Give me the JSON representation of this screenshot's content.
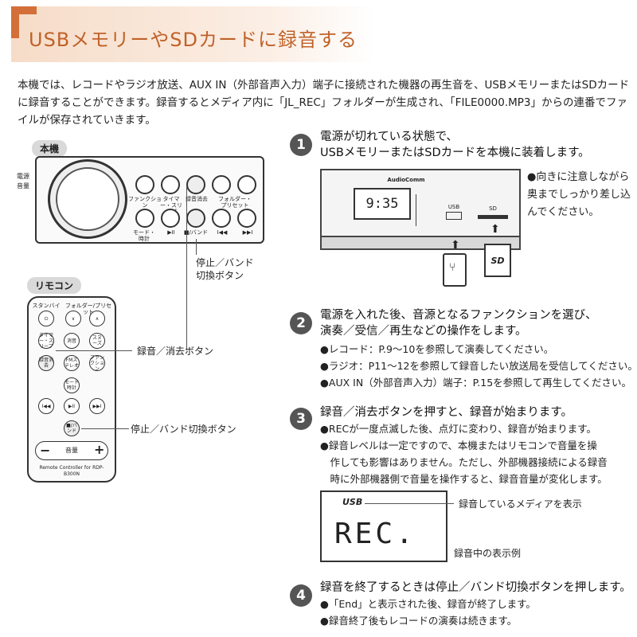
{
  "header": {
    "title": "USBメモリーやSDカードに録音する"
  },
  "intro": {
    "lines": [
      "本機では、レコードやラジオ放送、AUX IN（外部音声入力）端子に接続された機器の再生音を、USBメモリーまたはSDカード",
      "に録音することができます。録音するとメディア内に「JL_REC」フォルダーが生成され、「FILE0000.MP3」からの連番でファ",
      "イルが保存されていきます。"
    ]
  },
  "unit_panel": {
    "label": "本機",
    "power_label": "電源",
    "volume_label": "音量",
    "buttons": {
      "function": "ファンクション",
      "timer_sleep": "タイマー・スリープ",
      "rec_delete": "録音消去",
      "folder_preset": "フォルダー・プリセット",
      "mode_clock": "モード・時計",
      "play_pause": "▶II",
      "stop_band": "■/バンド",
      "prev": "I◀◀",
      "next": "▶▶I"
    },
    "callout_stop_band": "停止／バンド切換ボタン"
  },
  "remote_panel": {
    "label": "リモコン",
    "buttons": {
      "standby": "スタンバイ",
      "folder_preset": "フォルダー/プリセット",
      "timer_sleep": "タイマー・スリープ",
      "mute": "消音",
      "snooze": "スヌーズ",
      "rec_delete": "録音消去",
      "fm_stereo": "FMステレオ",
      "function": "ファンクション",
      "mode_clock": "モード時計",
      "stop_band": "■/バンド",
      "volume": "音量"
    },
    "model_text": "Remote Controller for RDP-B300N",
    "callout_rec_delete": "録音／消去ボタン",
    "callout_stop_band": "停止／バンド切換ボタン"
  },
  "steps": [
    {
      "num": "1",
      "title_lines": [
        "電源が切れている状態で、",
        "USBメモリーまたはSDカードを本機に装着します。"
      ],
      "note": "●向きに注意しながら奥までしっかり差し込んでください。",
      "device": {
        "lcd": "9:35",
        "brand": "AudioComm",
        "usb": "USB",
        "sd": "SD"
      }
    },
    {
      "num": "2",
      "title_lines": [
        "電源を入れた後、音源となるファンクションを選び、",
        "演奏／受信／再生などの操作をします。"
      ],
      "bullets": [
        "●レコード：P.9〜10を参照して演奏してください。",
        "●ラジオ：P11〜12を参照して録音したい放送局を受信してください。",
        "●AUX IN（外部音声入力）端子：P.15を参照して再生してください。"
      ]
    },
    {
      "num": "3",
      "title_lines": [
        "録音／消去ボタンを押すと、録音が始まります。"
      ],
      "bullets": [
        "●RECが一度点滅した後、点灯に変わり、録音が始まります。",
        "●録音レベルは一定ですので、本機またはリモコンで音量を操",
        "　作しても影響はありません。ただし、外部機器接続による録音",
        "　時に外部機器側で音量を操作すると、録音音量が変化します。"
      ],
      "display": {
        "usb": "USB",
        "rec": "REC.",
        "callout_media": "録音しているメディアを表示",
        "callout_example": "録音中の表示例"
      }
    },
    {
      "num": "4",
      "title_lines": [
        "録音を終了するときは停止／バンド切換ボタンを押します。"
      ],
      "bullets": [
        "●「End」と表示された後、録音が終了します。",
        "●録音終了後もレコードの演奏は続きます。"
      ]
    }
  ]
}
